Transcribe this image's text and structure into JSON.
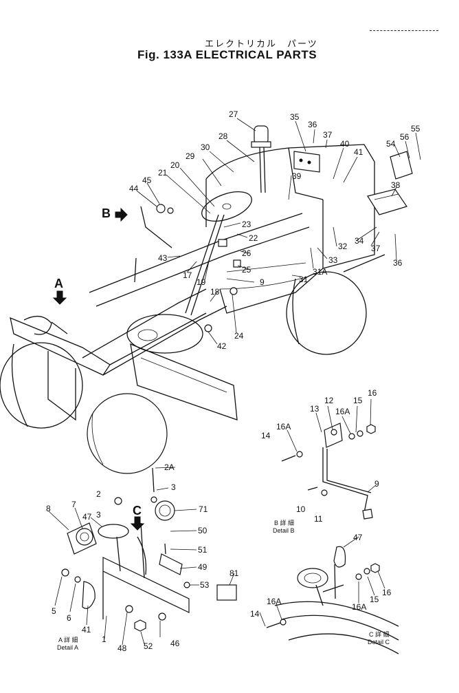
{
  "header": {
    "japanese_title": "エレクトリカル　パーツ",
    "title": "Fig. 133A  ELECTRICAL PARTS"
  },
  "callouts": [
    "A",
    "B",
    "C"
  ],
  "details": {
    "a": {
      "jp": "A  詳  細",
      "label": "Detail A"
    },
    "b": {
      "jp": "B  詳  細",
      "label": "Detail B"
    },
    "c": {
      "jp": "C  詳  細",
      "label": "Detail C"
    }
  },
  "part_labels": [
    "27",
    "35",
    "36",
    "37",
    "55",
    "28",
    "30",
    "40",
    "56",
    "54",
    "29",
    "41",
    "20",
    "21",
    "45",
    "39",
    "38",
    "44",
    "23",
    "22",
    "32",
    "34",
    "26",
    "33",
    "43",
    "37",
    "25",
    "36",
    "31A",
    "17",
    "19",
    "9",
    "31",
    "18",
    "24",
    "42",
    "15",
    "16",
    "12",
    "13",
    "16A",
    "16A",
    "14",
    "9",
    "10",
    "11",
    "2A",
    "2",
    "3",
    "8",
    "7",
    "47",
    "3",
    "71",
    "50",
    "51",
    "49",
    "81",
    "53",
    "5",
    "6",
    "41",
    "1",
    "48",
    "52",
    "46",
    "47",
    "16",
    "15",
    "16A",
    "14",
    "16A"
  ]
}
